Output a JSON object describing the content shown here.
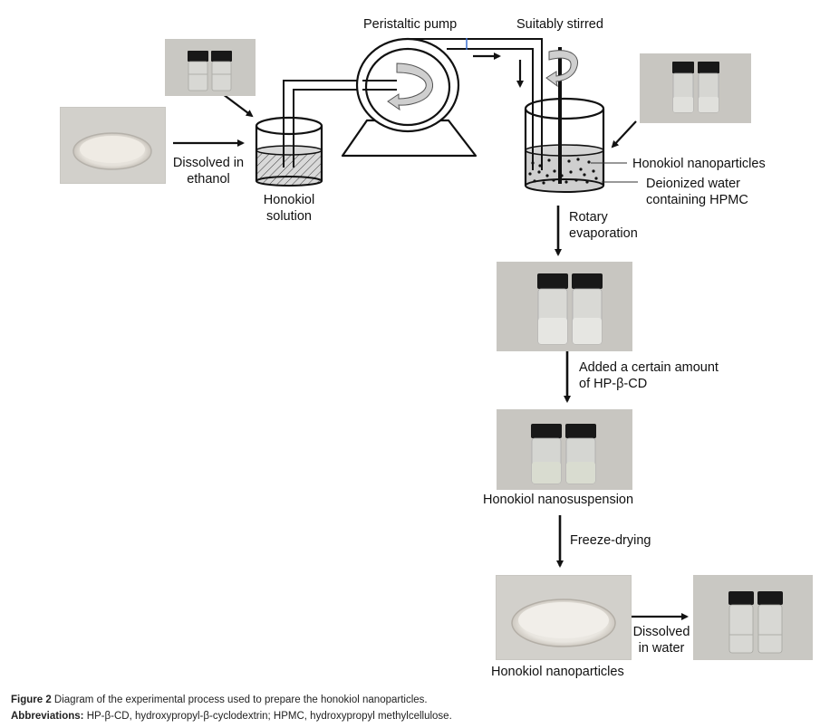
{
  "diagram": {
    "labels": {
      "peristaltic_pump": "Peristaltic pump",
      "suitably_stirred": "Suitably stirred",
      "dissolved_in_ethanol_1": "Dissolved in",
      "dissolved_in_ethanol_2": "ethanol",
      "honokiol_solution_1": "Honokiol",
      "honokiol_solution_2": "solution",
      "honokiol_nanoparticles_callout": "Honokiol nanoparticles",
      "deionized_water_1": "Deionized water",
      "deionized_water_2": "containing HPMC",
      "rotary_evaporation_1": "Rotary",
      "rotary_evaporation_2": "evaporation",
      "added_hpbcd_1": "Added a certain amount",
      "added_hpbcd_2": "of HP-β-CD",
      "honokiol_nanosuspension": "Honokiol nanosuspension",
      "freeze_drying": "Freeze-drying",
      "honokiol_nanoparticles_final": "Honokiol nanoparticles",
      "dissolved_in_water_1": "Dissolved",
      "dissolved_in_water_2": "in water"
    },
    "photos": [
      {
        "id": "honokiol-powder-dish",
        "content": "petri dish with white powder"
      },
      {
        "id": "ethanol-vials",
        "content": "two clear vials"
      },
      {
        "id": "hpmc-water-vials",
        "content": "two vials with cloudy liquid"
      },
      {
        "id": "after-evaporation-vials",
        "content": "two vials with milky suspension"
      },
      {
        "id": "nanosuspension-vials",
        "content": "two vials with translucent suspension"
      },
      {
        "id": "nanoparticle-powder-dish",
        "content": "petri dish with white freeze-dried powder"
      },
      {
        "id": "redissolved-vials",
        "content": "two vials with clear solution"
      }
    ]
  },
  "caption": {
    "figure_label": "Figure 2",
    "figure_text": " Diagram of the experimental process used to prepare the honokiol nanoparticles.",
    "abbrev_label": "Abbreviations:",
    "abbrev_text": " HP-β-CD, hydroxypropyl-β-cyclodextrin; HPMC, hydroxypropyl methylcellulose."
  }
}
